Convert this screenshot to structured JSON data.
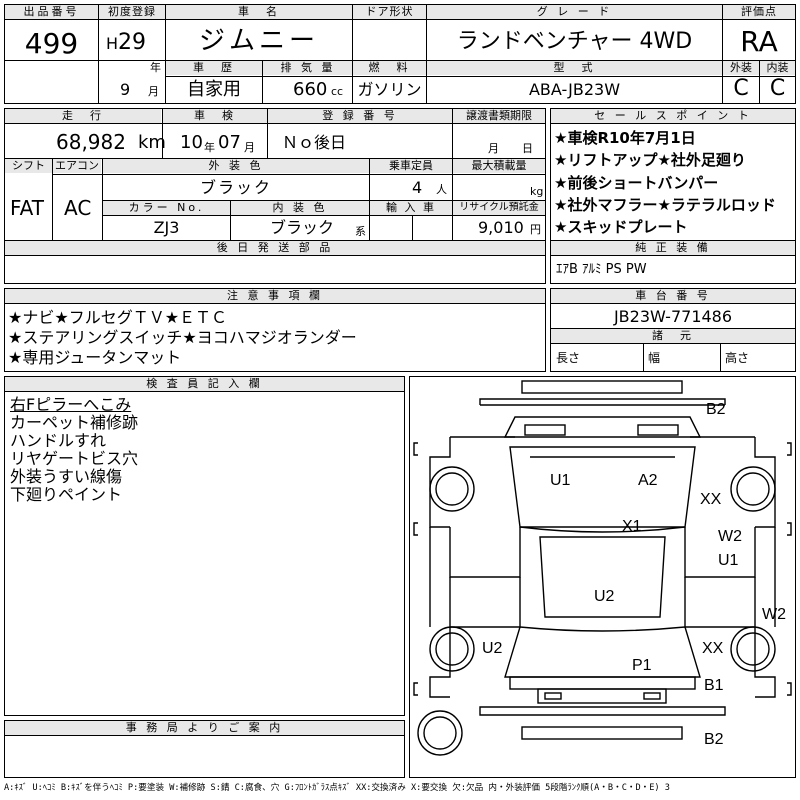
{
  "top": {
    "lot_label": "出品番号",
    "lot_no": "499",
    "first_reg_label": "初度登録",
    "era": "H",
    "year": "29",
    "year_unit": "年",
    "month": "9",
    "month_unit": "月",
    "name_label": "車　名",
    "name": "ジムニー",
    "door_label": "ドア形状",
    "grade_label": "グ レ ー ド",
    "grade": "ランドベンチャー 4WD",
    "score_label": "評価点",
    "score": "RA",
    "history_label": "車　歴",
    "history": "自家用",
    "cc_label": "排 気 量",
    "cc": "660",
    "cc_unit": "cc",
    "fuel_label": "燃　料",
    "fuel": "ガソリン",
    "model_label": "型　式",
    "model": "ABA-JB23W",
    "ext_label": "外装",
    "ext": "C",
    "int_label": "内装",
    "int": "C"
  },
  "row2": {
    "mileage_label": "走　行",
    "mileage": "68,982",
    "mileage_unit": "km",
    "inspect_label": "車　検",
    "inspect_y": "10",
    "inspect_y_unit": "年",
    "inspect_m": "07",
    "inspect_m_unit": "月",
    "regno_label": "登 録 番 号",
    "regno": "Ｎｏ後日",
    "transfer_label": "譲渡書類期限",
    "transfer_m": "月",
    "transfer_d": "日",
    "shift_label": "シフト",
    "shift": "FAT",
    "ac_label": "エアコン",
    "ac": "AC",
    "color_label": "外 装 色",
    "color": "ブラック",
    "capacity_label": "乗車定員",
    "capacity": "4",
    "capacity_unit": "人",
    "load_label": "最大積載量",
    "load_unit": "kg",
    "colorno_label": "カラー No.",
    "colorno": "ZJ3",
    "intcolor_label": "内 装 色",
    "intcolor": "ブラック",
    "intcolor_unit": "系",
    "import_label": "輸 入 車",
    "recycle_label": "リサイクル預託金",
    "recycle": "9,010",
    "recycle_unit": "円",
    "parts_label": "後 日 発 送 部 品"
  },
  "sales": {
    "label": "セ ー ル ス ポ イ ン ト",
    "lines": [
      "★車検R10年7月1日",
      "★リフトアップ★社外足廻り",
      "★前後ショートバンパー",
      "★社外マフラー★ラテラルロッド",
      "★スキッドプレート"
    ]
  },
  "equip": {
    "label": "純 正 装 備",
    "value": "ｴｱB ｱﾙﾐ PS PW"
  },
  "notes": {
    "label": "注 意 事 項 欄",
    "lines": [
      "★ナビ★フルセグＴＶ★ＥＴＣ",
      "★ステアリングスイッチ★ヨコハマジオランダー",
      "★専用ジュータンマット"
    ]
  },
  "chassis": {
    "label": "車 台 番 号",
    "value": "JB23W-771486"
  },
  "dims": {
    "label": "諸　元",
    "length": "長さ",
    "width": "幅",
    "height": "高さ"
  },
  "inspector": {
    "label": "検 査 員 記 入 欄",
    "lines": [
      "右Fピラーへこみ",
      "カーペット補修跡",
      "ハンドルすれ",
      "リヤゲートビス穴",
      "外装うすい線傷",
      "下廻りペイント"
    ]
  },
  "office": {
    "label": "事 務 局 よ り ご 案 内"
  },
  "damage": [
    "B2",
    "U1",
    "A2",
    "XX",
    "X1",
    "W2",
    "U1",
    "U2",
    "W2",
    "U2",
    "XX",
    "P1",
    "B1",
    "B2"
  ],
  "legend": "A:ｷｽﾞ U:ﾍｺﾐ B:ｷｽﾞを伴うﾍｺﾐ P:要塗装 W:補修跡 S:錆 C:腐食、穴 G:ﾌﾛﾝﾄｶﾞﾗｽ点ｷｽﾞ XX:交換済み X:要交換 欠:欠品 内・外装評価 5段階ﾗﾝｸ順(A・B・C・D・E) 3"
}
